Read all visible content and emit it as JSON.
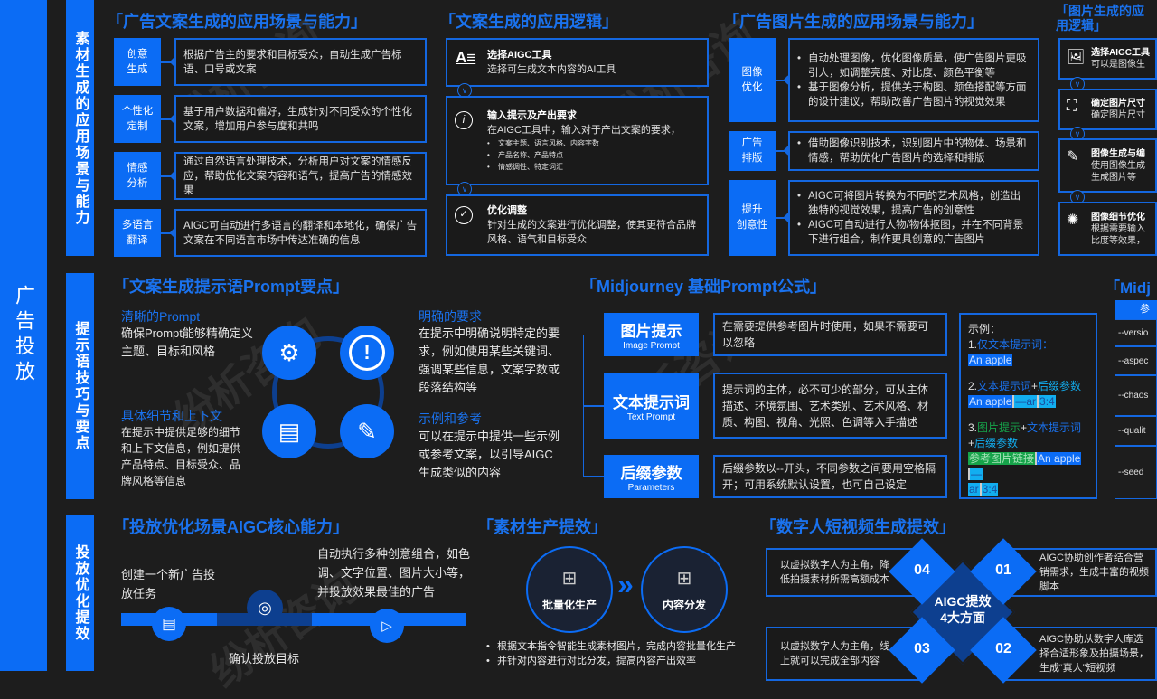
{
  "side_label": "广告投放",
  "watermark": "纷析咨询",
  "sections": {
    "material": "素材生成的应用场景与能力",
    "prompt": "提示语技巧与要点",
    "delivery": "投放优化提效"
  },
  "copy_gen": {
    "title": "「广告文案生成的应用场景与能力」",
    "rows": [
      {
        "label": "创意\n生成",
        "text": "根据广告主的要求和目标受众，自动生成广告标语、口号或文案"
      },
      {
        "label": "个性化\n定制",
        "text": "基于用户数据和偏好，生成针对不同受众的个性化文案，增加用户参与度和共鸣"
      },
      {
        "label": "情感\n分析",
        "text": "通过自然语言处理技术，分析用户对文案的情感反应，帮助优化文案内容和语气，提高广告的情感效果"
      },
      {
        "label": "多语言\n翻译",
        "text": "AIGC可自动进行多语言的翻译和本地化，确保广告文案在不同语言市场中传达准确的信息"
      }
    ]
  },
  "copy_logic": {
    "title": "「文案生成的应用逻辑」",
    "steps": [
      {
        "title": "选择AIGC工具",
        "desc": "选择可生成文本内容的AI工具"
      },
      {
        "title": "输入提示及产出要求",
        "desc": "在AIGC工具中，输入对于产出文案的要求，",
        "bullets": [
          "文案主题、语言风格、内容字数",
          "产品名称、产品特点",
          "情感调性、特定词汇"
        ]
      },
      {
        "title": "优化调整",
        "desc": "针对生成的文案进行优化调整，使其更符合品牌风格、语气和目标受众"
      }
    ]
  },
  "image_gen": {
    "title": "「广告图片生成的应用场景与能力」",
    "rows": [
      {
        "label": "图像\n优化",
        "bullets": [
          "自动处理图像，优化图像质量，使广告图片更吸引人，如调整亮度、对比度、颜色平衡等",
          "基于图像分析，提供关于构图、颜色搭配等方面的设计建议，帮助改善广告图片的视觉效果"
        ]
      },
      {
        "label": "广告\n排版",
        "bullets": [
          "借助图像识别技术，识别图片中的物体、场景和情感，帮助优化广告图片的选择和排版"
        ]
      },
      {
        "label": "提升\n创意性",
        "bullets": [
          "AIGC可将图片转换为不同的艺术风格，创造出独特的视觉效果，提高广告的创意性",
          "AIGC可自动进行人物/物体抠图，并在不同背景下进行组合，制作更具创意的广告图片"
        ]
      }
    ]
  },
  "image_logic": {
    "title": "「图片生成的应用逻辑」",
    "steps": [
      {
        "title": "选择AIGC工具",
        "desc": "可以是图像生"
      },
      {
        "title": "确定图片尺寸",
        "desc": "确定图片尺寸"
      },
      {
        "title": "图像生成与编",
        "desc": "使用图像生成\n生成图片等"
      },
      {
        "title": "图像细节优化",
        "desc": "根据需要输入\n比度等效果，"
      }
    ]
  },
  "prompt_points": {
    "title": "「文案生成提示语Prompt要点」",
    "items": [
      {
        "heading": "清晰的Prompt",
        "body": "确保Prompt能够精确定义主题、目标和风格"
      },
      {
        "heading": "具体细节和上下文",
        "body": "在提示中提供足够的细节和上下文信息，例如提供产品特点、目标受众、品牌风格等信息"
      },
      {
        "heading": "明确的要求",
        "body": "在提示中明确说明特定的要求，例如使用某些关键词、强调某些信息，文案字数或段落结构等"
      },
      {
        "heading": "示例和参考",
        "body": "可以在提示中提供一些示例或参考文案，以引导AIGC生成类似的内容"
      }
    ]
  },
  "midjourney": {
    "title": "「Midjourney 基础Prompt公式」",
    "parts": [
      {
        "zh": "图片提示",
        "en": "Image Prompt",
        "desc": "在需要提供参考图片时使用，如果不需要可以忽略"
      },
      {
        "zh": "文本提示词",
        "en": "Text Prompt",
        "desc": "提示词的主体，必不可少的部分，可从主体描述、环境氛围、艺术类别、艺术风格、材质、构图、视角、光照、色调等入手描述"
      },
      {
        "zh": "后缀参数",
        "en": "Parameters",
        "desc": "后缀参数以--开头，不同参数之间要用空格隔开；可用系统默认设置，也可自己设定"
      }
    ],
    "example": {
      "title": "示例：",
      "e1_num": "1.",
      "e1_label": "仅文本提示词：",
      "e1_text": "An apple",
      "e2_num": "2.",
      "e2_a": "文本提示词",
      "e2_plus": "+",
      "e2_b": "后缀参数",
      "e2_text": "An apple",
      "e2_param": "—ar",
      "e2_ratio": "3:4",
      "e3_num": "3.",
      "e3_a": "图片提示",
      "e3_plus": "+",
      "e3_b": "文本提示词",
      "e3_plus2": "+",
      "e3_c": "后缀参数",
      "e3_link": "参考图片链接",
      "e3_text": "An apple",
      "e3_param": "—",
      "e3_param2": "ar",
      "e3_ratio": "3:4"
    }
  },
  "mj_params": {
    "title": "「Midj",
    "header": "参",
    "rows": [
      "--versio",
      "--aspec",
      "--chaos",
      "--qualit",
      "--seed"
    ]
  },
  "delivery_opt": {
    "title": "「投放优化场景AIGC核心能力」",
    "step1": "创建一个新广告投放任务",
    "step2": "确认投放目标",
    "step3": "自动执行多种创意组合，如色调、文字位置、图片大小等，并投放效果最佳的广告"
  },
  "material_eff": {
    "title": "「素材生产提效」",
    "c1": "批量化生产",
    "arrow": "»",
    "c2": "内容分发",
    "bullets": [
      "根据文本指令智能生成素材图片，完成内容批量化生产",
      "并针对内容进行对比分发，提高内容产出效率"
    ]
  },
  "digital_human": {
    "title": "「数字人短视频生成提效」",
    "center": "AIGC提效\n4大方面",
    "items": [
      {
        "num": "01",
        "text": "AIGC协助创作者结合营销需求，生成丰富的视频脚本"
      },
      {
        "num": "02",
        "text": "AIGC协助从数字人库选择合适形象及拍摄场景，生成“真人”短视频"
      },
      {
        "num": "03",
        "text": "以虚拟数字人为主角，线上就可以完成全部内容"
      },
      {
        "num": "04",
        "text": "以虚拟数字人为主角，降低拍摄素材所需高额成本"
      }
    ]
  },
  "colors": {
    "accent": "#0b6cf5",
    "title": "#1a72ee",
    "bg": "#1d1d1d",
    "hl_cyan": "#12aef0",
    "hl_green": "#16a34a"
  }
}
